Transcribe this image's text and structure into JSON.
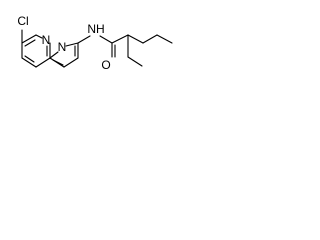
{
  "molecule": {
    "atom_labels": {
      "chlorine": "Cl",
      "ring_nitrogen_1": "N",
      "ring_nitrogen_2": "N",
      "amide_nh": "NH",
      "carbonyl_oxygen": "O"
    }
  }
}
